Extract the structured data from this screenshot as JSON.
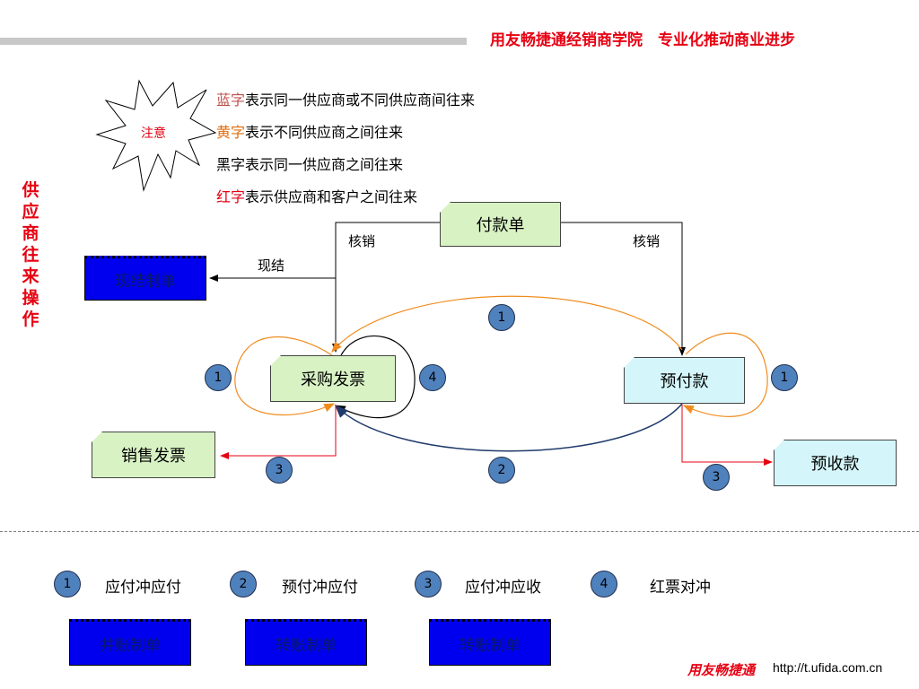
{
  "header": {
    "title": "用友畅捷通经销商学院　专业化推动商业进步"
  },
  "side_title": [
    "供",
    "应",
    "商",
    "往",
    "来",
    "操",
    "作"
  ],
  "note_badge": "注意",
  "legend_lines": [
    {
      "colored": "蓝字",
      "rest": "表示同一供应商或不同供应商间往来",
      "color": "#c0504d"
    },
    {
      "colored": "黄字",
      "rest": "表示不同供应商之间往来",
      "color": "#e46c0a"
    },
    {
      "colored": "黑字",
      "rest": "表示同一供应商之间往来",
      "color": "#000000"
    },
    {
      "colored": "红字",
      "rest": "表示供应商和客户之间往来",
      "color": "#e60012"
    }
  ],
  "docs": {
    "payment": "付款单",
    "purchase_invoice": "采购发票",
    "prepay": "预付款",
    "sales_invoice": "销售发票",
    "prereceipt": "预收款"
  },
  "buttons": {
    "cash_order": "现结制单",
    "merge_order": "并账制单",
    "transfer_order_1": "转账制单",
    "transfer_order_2": "转账制单"
  },
  "edge_labels": {
    "verify_left": "核销",
    "verify_right": "核销",
    "cash": "现结"
  },
  "circles": {
    "top": "1",
    "left": "1",
    "right": "1",
    "four": "4",
    "bottom_mid": "2",
    "bottom_left": "3",
    "bottom_right": "3"
  },
  "bottom_legend": [
    {
      "num": "1",
      "text": "应付冲应付"
    },
    {
      "num": "2",
      "text": "预付冲应付"
    },
    {
      "num": "3",
      "text": "应付冲应收"
    },
    {
      "num": "4",
      "text": "红票对冲"
    }
  ],
  "footer": {
    "brand": "用友畅捷通",
    "url": "http://t.ufida.com.cn"
  },
  "colors": {
    "brand_red": "#e60012",
    "orange": "#f08c1e",
    "navy": "#1f3a6b",
    "blue_button": "#0000ee"
  }
}
